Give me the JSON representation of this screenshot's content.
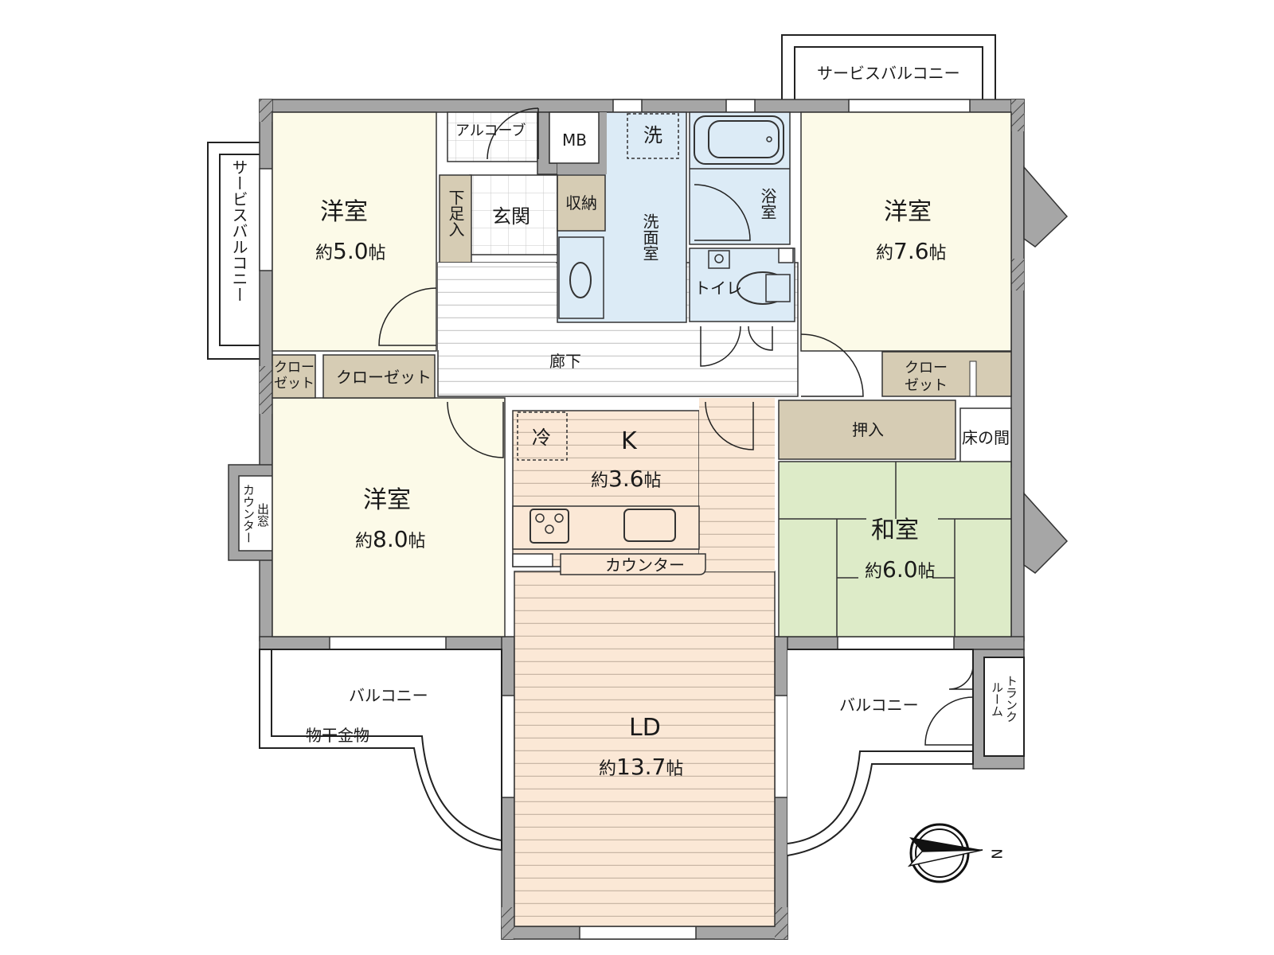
{
  "colors": {
    "wall": "#a6a6a6",
    "western_room": "#fcfae8",
    "wet_area": "#dcebf6",
    "storage": "#d6ccb4",
    "kitchen_ld": "#fbe8d6",
    "tatami": "#ddebc8",
    "hallway": "#ffffff",
    "line": "#222222"
  },
  "rooms": {
    "western_nw": {
      "name": "洋室",
      "size_prefix": "約",
      "size_value": "5.0",
      "size_unit": "帖"
    },
    "western_ne": {
      "name": "洋室",
      "size_prefix": "約",
      "size_value": "7.6",
      "size_unit": "帖"
    },
    "western_w": {
      "name": "洋室",
      "size_prefix": "約",
      "size_value": "8.0",
      "size_unit": "帖"
    },
    "kitchen": {
      "name": "K",
      "size_prefix": "約",
      "size_value": "3.6",
      "size_unit": "帖"
    },
    "washitsu": {
      "name": "和室",
      "size_prefix": "約",
      "size_value": "6.0",
      "size_unit": "帖"
    },
    "ld": {
      "name": "LD",
      "size_prefix": "約",
      "size_value": "13.7",
      "size_unit": "帖"
    }
  },
  "labels": {
    "service_balcony_top": "サービスバルコニー",
    "service_balcony_left": "サービスバルコニー",
    "alcove": "アルコーブ",
    "mb": "MB",
    "genkan": "玄関",
    "shoe_box": "下足入",
    "storage": "収納",
    "washroom": "洗面室",
    "washer": "洗",
    "bathroom": "浴室",
    "toilet": "トイレ",
    "hallway": "廊下",
    "closet_small_left": "クロー\nゼット",
    "closet_small_left_line1": "クロー",
    "closet_small_left_line2": "ゼット",
    "closet_left": "クローゼット",
    "closet_right_line1": "クロー",
    "closet_right_line2": "ゼット",
    "oshiire": "押入",
    "tokonoma": "床の間",
    "fridge": "冷",
    "counter": "カウンター",
    "bay_window_counter": "カウンター",
    "bay_window": "出窓",
    "balcony_left": "バルコニー",
    "laundry_hardware": "物干金物",
    "balcony_right": "バルコニー",
    "trunk_room_line1": "トランク",
    "trunk_room_line2": "ルーム",
    "north": "N"
  }
}
